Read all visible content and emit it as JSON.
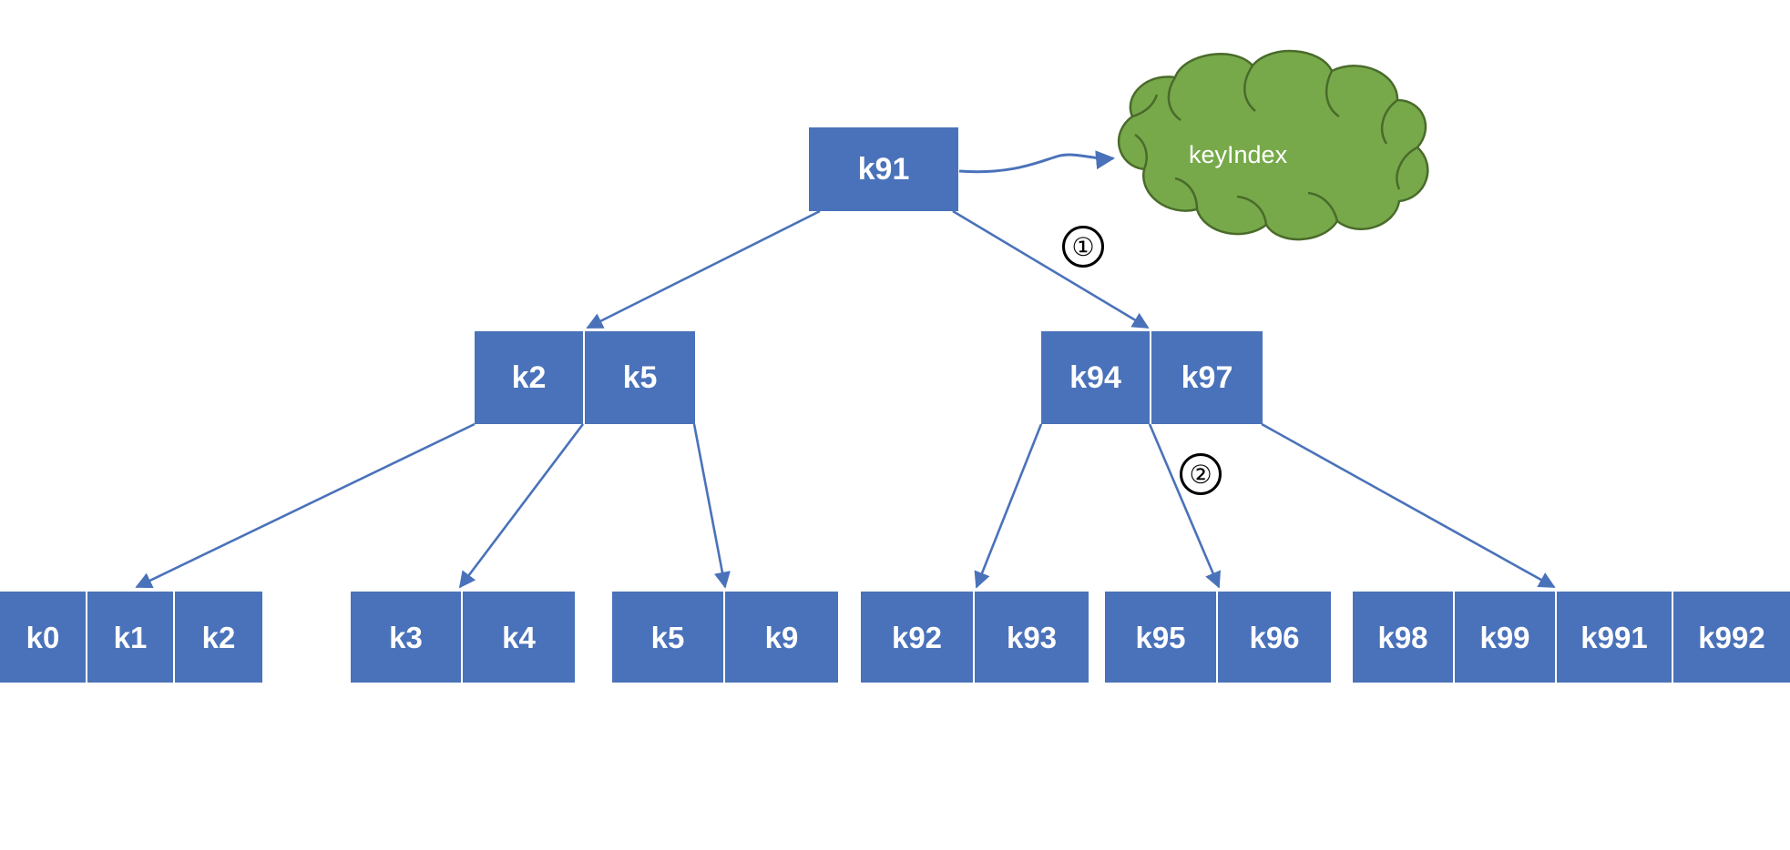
{
  "diagram": {
    "title": "B-tree with keyIndex cloud",
    "background": "#ffffff",
    "node_fill": "#4A72BA",
    "node_text_color": "#ffffff",
    "edge_color": "#4A72BA",
    "cloud_fill": "#77A94B",
    "cloud_stroke": "#4F6B2A",
    "cloud_text_color": "#ffffff",
    "marker_color": "#000000"
  },
  "cloud": {
    "label": "keyIndex"
  },
  "markers": [
    {
      "label": "①",
      "name": "step-marker-1"
    },
    {
      "label": "②",
      "name": "step-marker-2"
    }
  ],
  "tree": {
    "root": {
      "name": "root-node",
      "cells": [
        {
          "label": "k91"
        }
      ]
    },
    "internal": [
      {
        "name": "internal-node-left",
        "cells": [
          {
            "label": "k2"
          },
          {
            "label": "k5"
          }
        ]
      },
      {
        "name": "internal-node-right",
        "cells": [
          {
            "label": "k94"
          },
          {
            "label": "k97"
          }
        ]
      }
    ],
    "leaves": [
      {
        "name": "leaf-node-1",
        "cells": [
          {
            "label": "k0"
          },
          {
            "label": "k1"
          },
          {
            "label": "k2"
          }
        ]
      },
      {
        "name": "leaf-node-2",
        "cells": [
          {
            "label": "k3"
          },
          {
            "label": "k4"
          }
        ]
      },
      {
        "name": "leaf-node-3",
        "cells": [
          {
            "label": "k5"
          },
          {
            "label": "k9"
          }
        ]
      },
      {
        "name": "leaf-node-4",
        "cells": [
          {
            "label": "k92"
          },
          {
            "label": "k93"
          }
        ]
      },
      {
        "name": "leaf-node-5",
        "cells": [
          {
            "label": "k95"
          },
          {
            "label": "k96"
          }
        ]
      },
      {
        "name": "leaf-node-6",
        "cells": [
          {
            "label": "k98"
          },
          {
            "label": "k99"
          },
          {
            "label": "k991"
          },
          {
            "label": "k992"
          }
        ]
      }
    ]
  }
}
